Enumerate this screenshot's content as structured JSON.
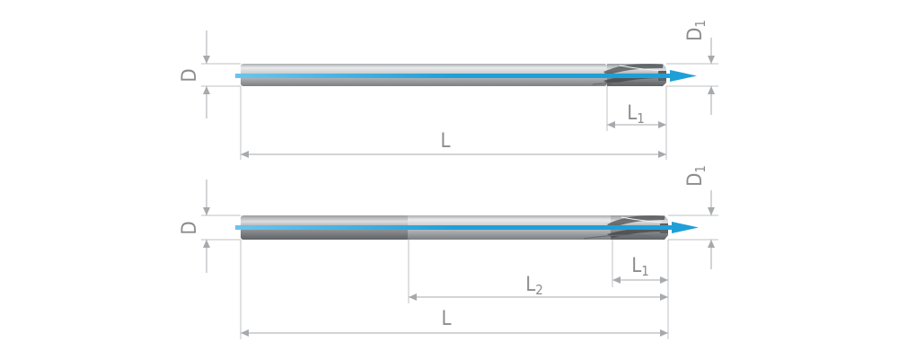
{
  "tools": [
    {
      "id": "straight-shank-reamer",
      "labels": {
        "D": "D",
        "D1": "D",
        "D1_sub": "1",
        "L1": "L",
        "L1_sub": "1",
        "L": "L"
      }
    },
    {
      "id": "stepped-shank-reamer",
      "labels": {
        "D": "D",
        "D1": "D",
        "D1_sub": "1",
        "L1": "L",
        "L1_sub": "1",
        "L2": "L",
        "L2_sub": "2",
        "L": "L"
      }
    }
  ],
  "colors": {
    "coolant_channel": "#1fa0d8",
    "coolant_channel_light": "#7fcdef",
    "dimension": "#a7a9ac",
    "label": "#8a8c8e",
    "steel_dark": "#8d9093",
    "steel_light": "#eef0f1"
  }
}
